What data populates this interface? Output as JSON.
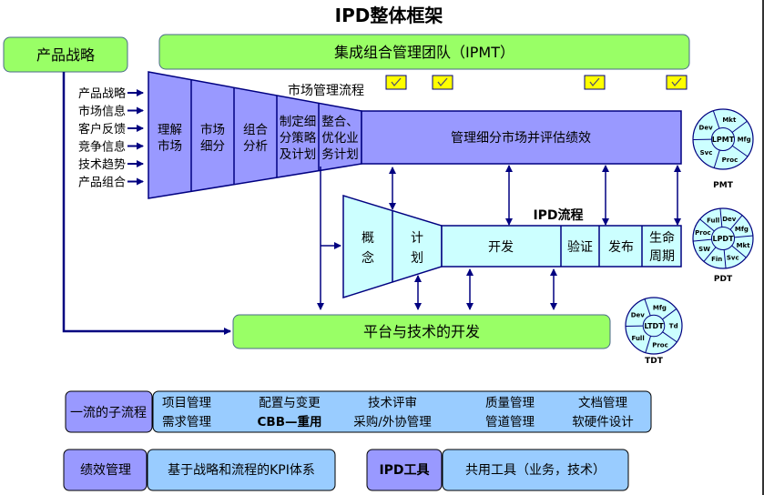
{
  "title": "IPD整体框架",
  "product_strategy": {
    "label": "产品战略"
  },
  "ipmt": {
    "label": "集成组合管理团队（IPMT）"
  },
  "inputs": [
    "产品战略",
    "市场信息",
    "客户反馈",
    "竞争信息",
    "技术趋势",
    "产品组合"
  ],
  "market_process": {
    "label": "市场管理流程",
    "steps": [
      {
        "lines": [
          "理解",
          "市场"
        ]
      },
      {
        "lines": [
          "市场",
          "细分"
        ]
      },
      {
        "lines": [
          "组合",
          "分析"
        ]
      },
      {
        "lines": [
          "制定细",
          "分策略",
          "及计划"
        ]
      },
      {
        "lines": [
          "整合、",
          "优化业",
          "务计划"
        ]
      }
    ],
    "manage_label": "管理细分市场并评估绩效"
  },
  "checkpoints": {
    "count": 4,
    "icon": "check-icon"
  },
  "ipd_process": {
    "label": "IPD流程",
    "phases": [
      {
        "lines": [
          "概",
          "念"
        ]
      },
      {
        "lines": [
          "计",
          "划"
        ]
      },
      {
        "lines": [
          "开发"
        ]
      },
      {
        "lines": [
          "验证"
        ]
      },
      {
        "lines": [
          "发布"
        ]
      },
      {
        "lines": [
          "生命",
          "周期"
        ]
      }
    ]
  },
  "platform": {
    "label": "平台与技术的开发"
  },
  "teams": [
    {
      "name": "PMT",
      "center": "LPMT",
      "segments": [
        "Mkt",
        "Mfg",
        "Proc",
        "Svc",
        "Dev"
      ]
    },
    {
      "name": "PDT",
      "center": "LPDT",
      "segments": [
        "Dev",
        "Mfg",
        "Mkt",
        "Svc",
        "Fin",
        "SW",
        "Proc",
        "Full"
      ]
    },
    {
      "name": "TDT",
      "center": "LTDT",
      "segments": [
        "Mfg",
        "Td",
        "Proc",
        "Full",
        "Dev"
      ]
    }
  ],
  "subprocess": {
    "label": "一流的子流程",
    "items": [
      [
        "项目管理",
        "需求管理"
      ],
      [
        "配置与变更",
        "CBB—重用"
      ],
      [
        "技术评审",
        "采购/外协管理"
      ],
      [
        "质量管理",
        "管道管理"
      ],
      [
        "文档管理",
        "软硬件设计"
      ]
    ]
  },
  "performance": {
    "label": "绩效管理",
    "desc": "基于战略和流程的KPI体系"
  },
  "tools": {
    "label": "IPD工具",
    "desc": "共用工具（业务，技术）"
  },
  "colors": {
    "green": "#99ff66",
    "purple": "#9999ff",
    "cyan": "#ccffff",
    "lightblue": "#99ccff",
    "navy": "#000080",
    "yellow": "#ffff00"
  }
}
